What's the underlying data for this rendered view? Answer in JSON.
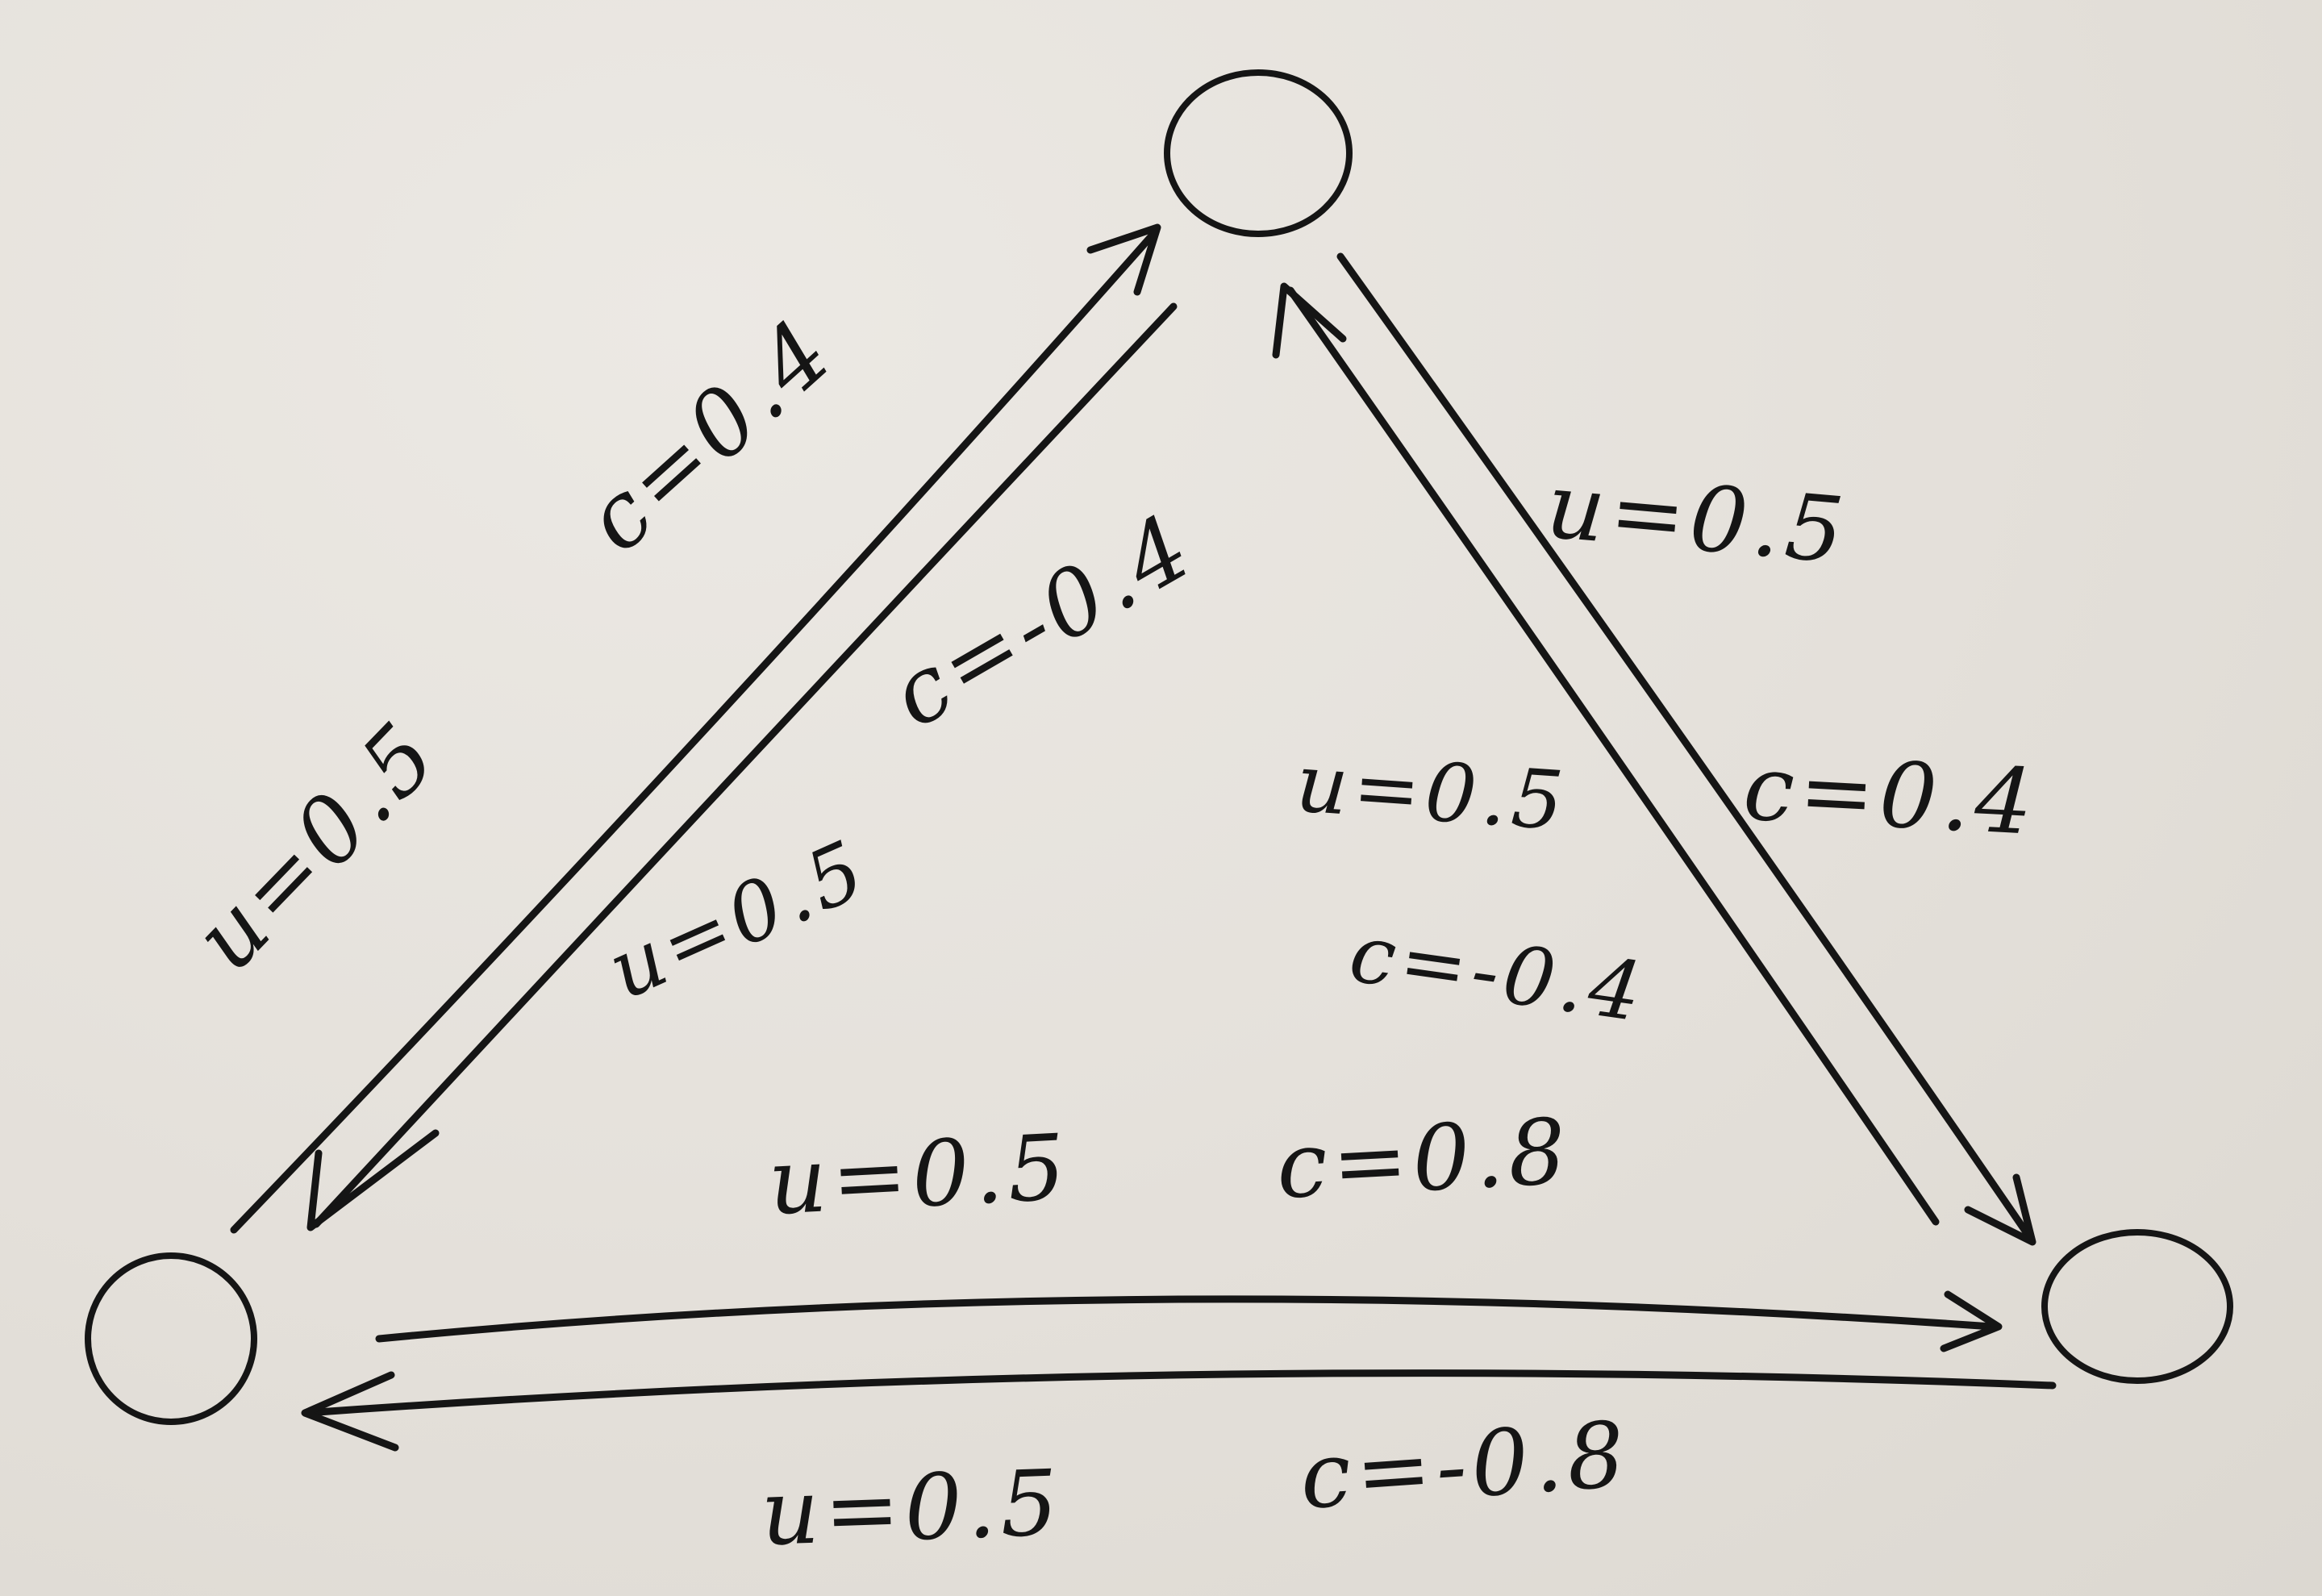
{
  "nodes": [
    {
      "id": "top",
      "label": ""
    },
    {
      "id": "bottom-left",
      "label": ""
    },
    {
      "id": "bottom-right",
      "label": ""
    }
  ],
  "edges": [
    {
      "id": "bl-to-top",
      "from": "bottom-left",
      "to": "top",
      "u_label": "u=0.5",
      "c_label": "c=0.4"
    },
    {
      "id": "top-to-bl",
      "from": "top",
      "to": "bottom-left",
      "u_label": "u=0.5",
      "c_label": "c=-0.4"
    },
    {
      "id": "top-to-br",
      "from": "top",
      "to": "bottom-right",
      "u_label": "u=0.5",
      "c_label": "c=0.4"
    },
    {
      "id": "br-to-top",
      "from": "bottom-right",
      "to": "top",
      "u_label": "u=0.5",
      "c_label": "c=-0.4"
    },
    {
      "id": "bl-to-br",
      "from": "bottom-left",
      "to": "bottom-right",
      "u_label": "u=0.5",
      "c_label": "c=0.8"
    },
    {
      "id": "br-to-bl",
      "from": "bottom-right",
      "to": "bottom-left",
      "u_label": "u=0.5",
      "c_label": "c=-0.8"
    }
  ],
  "colors": {
    "ink": "#151515",
    "paper": "#e7e3dd"
  }
}
